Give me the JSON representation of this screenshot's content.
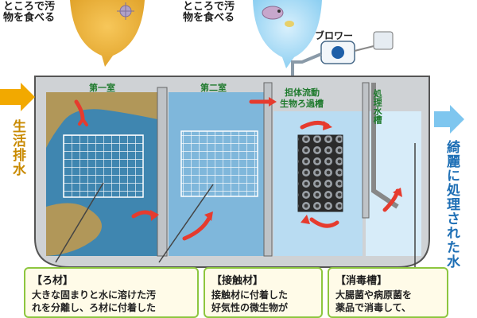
{
  "bubbles": {
    "left_text": "ところで汚\n物を食べる",
    "right_text": "ところで汚\n物を食べる"
  },
  "labels": {
    "input": "生活排水",
    "output": "綺麗に処理された水",
    "blower": "ブロワー",
    "room1": "第一室",
    "room2": "第二室",
    "room3_line1": "担体流動",
    "room3_line2": "生物ろ過槽",
    "room4": "処理水槽"
  },
  "callouts": [
    {
      "title": "【ろ材】",
      "body": "大きな固まりと水に溶けた汚\nれを分離し、ろ材に付着した"
    },
    {
      "title": "【接触材】",
      "body": "接触材に付着した\n好気性の微生物が"
    },
    {
      "title": "【消毒槽】",
      "body": "大腸菌や病原菌を\n薬品で消毒して、"
    }
  ],
  "colors": {
    "arrow_in": "#f2a900",
    "arrow_out": "#7ec6ef",
    "label_green": "#1f7a2d",
    "callout_border": "#8dc63f",
    "red_arrow": "#e63b2e"
  }
}
